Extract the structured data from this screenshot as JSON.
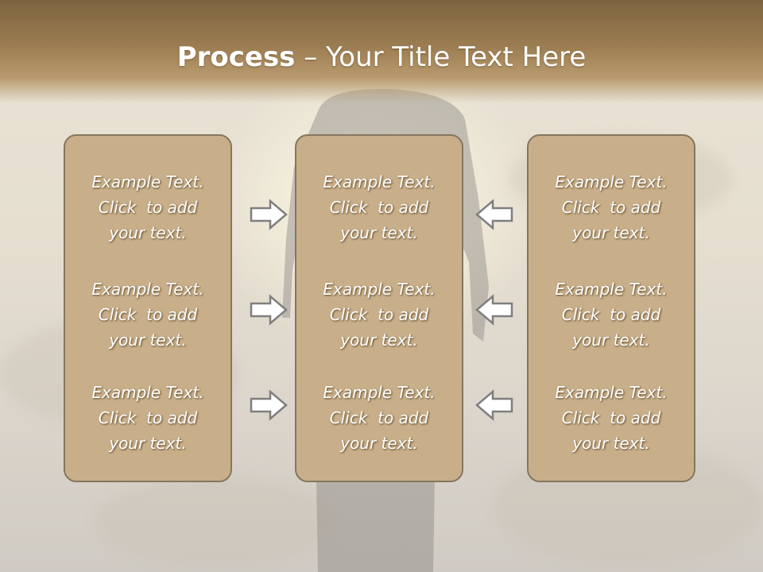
{
  "slide": {
    "title_bold": "Process",
    "title_rest": " – Your Title Text Here"
  },
  "columns": [
    {
      "blocks": [
        {
          "line1": "Example Text.",
          "line2": "Click  to add",
          "line3": "your text."
        },
        {
          "line1": "Example Text.",
          "line2": "Click  to add",
          "line3": "your text."
        },
        {
          "line1": "Example Text.",
          "line2": "Click  to add",
          "line3": "your text."
        }
      ]
    },
    {
      "blocks": [
        {
          "line1": "Example Text.",
          "line2": "Click  to add",
          "line3": "your text."
        },
        {
          "line1": "Example Text.",
          "line2": "Click  to add",
          "line3": "your text."
        },
        {
          "line1": "Example Text.",
          "line2": "Click  to add",
          "line3": "your text."
        }
      ]
    },
    {
      "blocks": [
        {
          "line1": "Example Text.",
          "line2": "Click  to add",
          "line3": "your text."
        },
        {
          "line1": "Example Text.",
          "line2": "Click  to add",
          "line3": "your text."
        },
        {
          "line1": "Example Text.",
          "line2": "Click  to add",
          "line3": "your text."
        }
      ]
    }
  ],
  "arrows": {
    "left_direction": "right-arrow-icon",
    "right_direction": "left-arrow-icon"
  },
  "colors": {
    "header": "#8f7249",
    "box_fill": "#c8af8a",
    "box_border": "#86765f",
    "arrow_fill": "#ffffff",
    "arrow_stroke": "#7f7f7f"
  }
}
